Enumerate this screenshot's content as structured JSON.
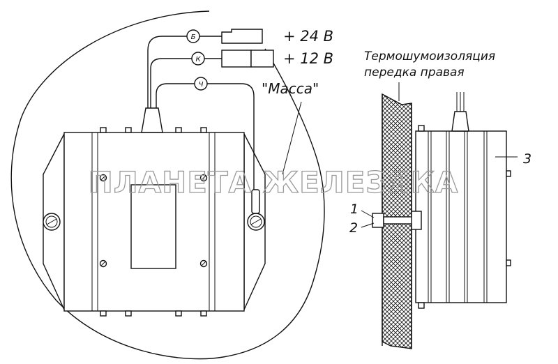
{
  "labels": {
    "voltage_24": "+ 24 В",
    "voltage_12": "+ 12 В",
    "ground": "\"Масса\"",
    "insulation_line1": "Термошумоизоляция",
    "insulation_line2": "передка правая",
    "callout_1": "1",
    "callout_2": "2",
    "callout_3": "3"
  },
  "wire_tags": {
    "b": "Б",
    "k": "К",
    "ch": "Ч"
  },
  "watermark": "ПЛАНЕТА ЖЕЛЕЗЯКА"
}
